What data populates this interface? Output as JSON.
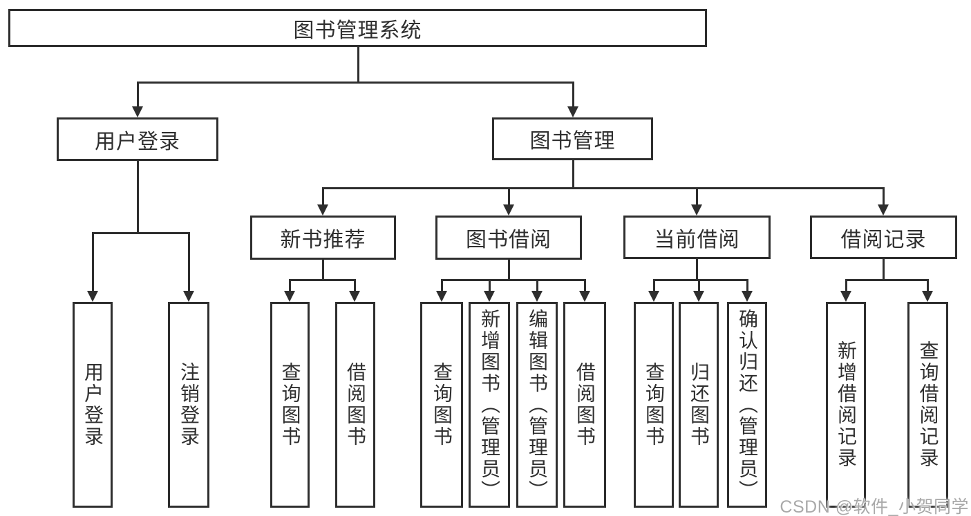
{
  "diagram": {
    "title": "图书管理系统",
    "level1": {
      "user_login": "用户登录",
      "book_management": "图书管理"
    },
    "level2": {
      "new_book_recommend": "新书推荐",
      "book_borrow": "图书借阅",
      "current_borrow": "当前借阅",
      "borrow_records": "借阅记录"
    },
    "leaves": {
      "user_login_leaf": "用户登录",
      "logout": "注销登录",
      "nb_query_books": "查询图书",
      "nb_borrow_books": "借阅图书",
      "bb_query_books": "查询图书",
      "bb_add_books": "新增图书（管理员）",
      "bb_edit_books": "编辑图书（管理员）",
      "bb_borrow_books": "借阅图书",
      "cb_query_books": "查询图书",
      "cb_return_books": "归还图书",
      "cb_confirm_return": "确认归还（管理员）",
      "br_add_record": "新增借阅记录",
      "br_query_record": "查询借阅记录"
    }
  },
  "watermark": "CSDN @软件_小贺同学",
  "colors": {
    "line": "#2e2e2e",
    "text": "#2f2f2f",
    "watermark_text": "#a9a9a9",
    "background": "#ffffff"
  }
}
